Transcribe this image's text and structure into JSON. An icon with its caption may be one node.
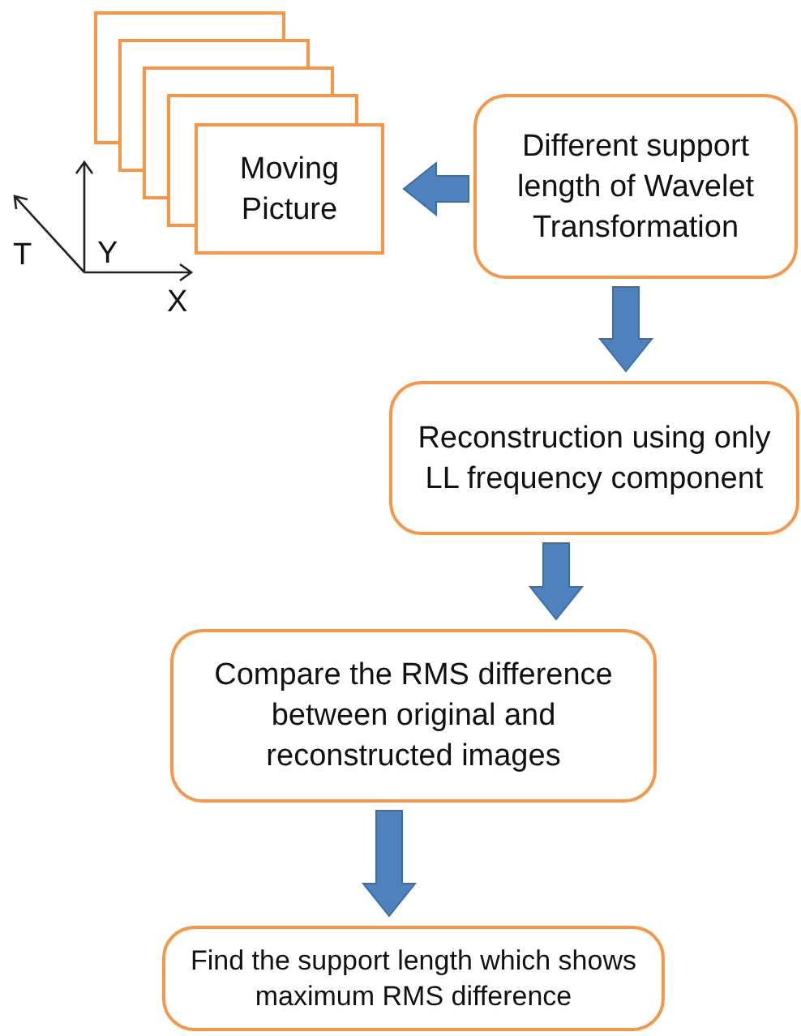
{
  "diagram": {
    "nodes": [
      {
        "text": [
          "Moving Picture"
        ]
      },
      {
        "text": [
          "Different support length of Wavelet Transformation"
        ]
      },
      {
        "text": [
          "Reconstruction using only LL frequency component"
        ]
      },
      {
        "text": [
          "Compare the RMS difference between original and reconstructed images"
        ]
      },
      {
        "text": [
          "Find the support length which shows maximum RMS difference"
        ]
      }
    ],
    "edges": [
      {
        "from": 1,
        "to": 0,
        "arrow": "to"
      },
      {
        "from": 1,
        "to": 2,
        "arrow": "to"
      },
      {
        "from": 2,
        "to": 3,
        "arrow": "to"
      },
      {
        "from": 3,
        "to": 4,
        "arrow": "to"
      }
    ],
    "labels": [
      "T",
      "Y",
      "X"
    ]
  }
}
